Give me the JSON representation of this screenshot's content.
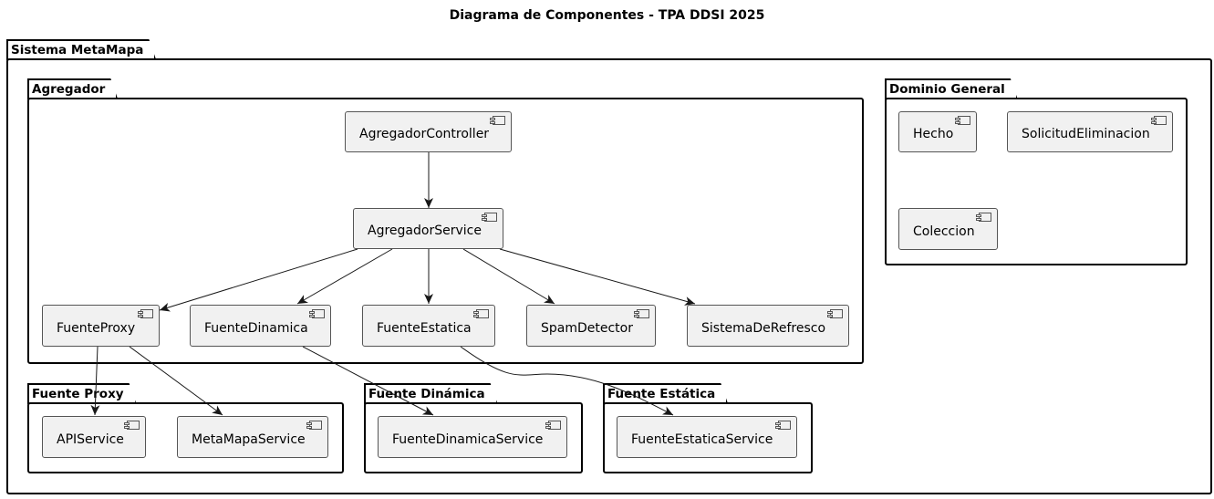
{
  "title": "Diagrama de Componentes - TPA DDSI 2025",
  "packages": {
    "system": "Sistema MetaMapa",
    "agregador": "Agregador",
    "dominio": "Dominio General",
    "proxy": "Fuente Proxy",
    "dinamica": "Fuente Dinámica",
    "estatica": "Fuente Estática"
  },
  "components": {
    "agregador_controller": "AgregadorController",
    "agregador_service": "AgregadorService",
    "fuente_proxy": "FuenteProxy",
    "fuente_dinamica": "FuenteDinamica",
    "fuente_estatica": "FuenteEstatica",
    "spam_detector": "SpamDetector",
    "sistema_refresco": "SistemaDeRefresco",
    "hecho": "Hecho",
    "solicitud": "SolicitudEliminacion",
    "coleccion": "Coleccion",
    "api_service": "APIService",
    "metamapa_service": "MetaMapaService",
    "fuente_dinamica_service": "FuenteDinamicaService",
    "fuente_estatica_service": "FuenteEstaticaService"
  },
  "relations": [
    {
      "from": "AgregadorController",
      "to": "AgregadorService"
    },
    {
      "from": "AgregadorService",
      "to": "FuenteProxy"
    },
    {
      "from": "AgregadorService",
      "to": "FuenteDinamica"
    },
    {
      "from": "AgregadorService",
      "to": "FuenteEstatica"
    },
    {
      "from": "AgregadorService",
      "to": "SpamDetector"
    },
    {
      "from": "AgregadorService",
      "to": "SistemaDeRefresco"
    },
    {
      "from": "FuenteProxy",
      "to": "APIService"
    },
    {
      "from": "FuenteProxy",
      "to": "MetaMapaService"
    },
    {
      "from": "FuenteDinamica",
      "to": "FuenteDinamicaService"
    },
    {
      "from": "FuenteEstatica",
      "to": "FuenteEstaticaService"
    }
  ]
}
